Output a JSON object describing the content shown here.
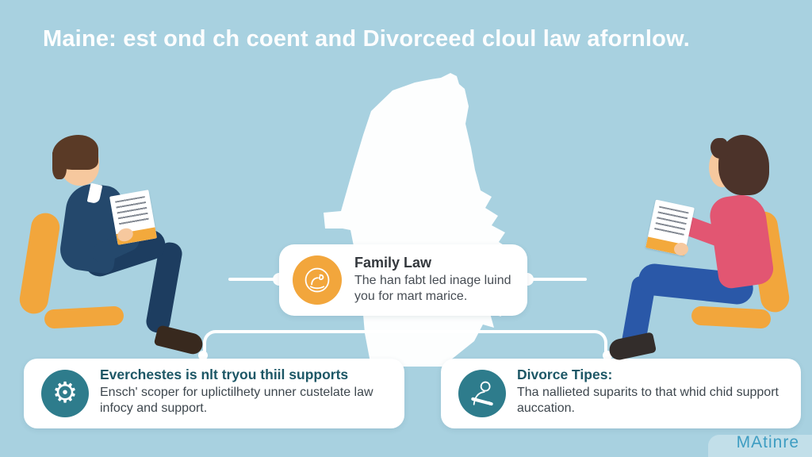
{
  "title": {
    "prefix": "Maine:",
    "rest": " est ond ch coent and Divorceed cloul law afornlow."
  },
  "cards": {
    "center": {
      "icon": "family-scribble-icon",
      "title": "Family Law",
      "body": "The han fabt led inage luind you for mart marice."
    },
    "bottom_left": {
      "icon": "gear-icon",
      "title": "Everchestes is nlt tryou thiil supports",
      "body": "Ensch' scoper for uplictilhety unner custelate law infocy and support."
    },
    "bottom_right": {
      "icon": "person-icon",
      "title": "Divorce Tipes:",
      "body": "Tha nallieted suparits to that whid chid support auccation."
    }
  },
  "icons": {
    "gear_glyph": "⚙"
  },
  "watermark": "MAtinre",
  "colors": {
    "background": "#a8d1e0",
    "card": "#ffffff",
    "orange": "#f2a63c",
    "teal": "#2e7c8c",
    "teal_dark": "#1d5766",
    "jacket": "#24486c",
    "pants": "#1d3d60",
    "pink": "#e25672",
    "jeans": "#2a58a8",
    "skin": "#f6c89e",
    "hair_brown": "#5a3a26",
    "hair_dark": "#4c332a",
    "text_dark": "#34383d",
    "text_body": "#474d54",
    "watermark_color": "#3e9dc2"
  }
}
